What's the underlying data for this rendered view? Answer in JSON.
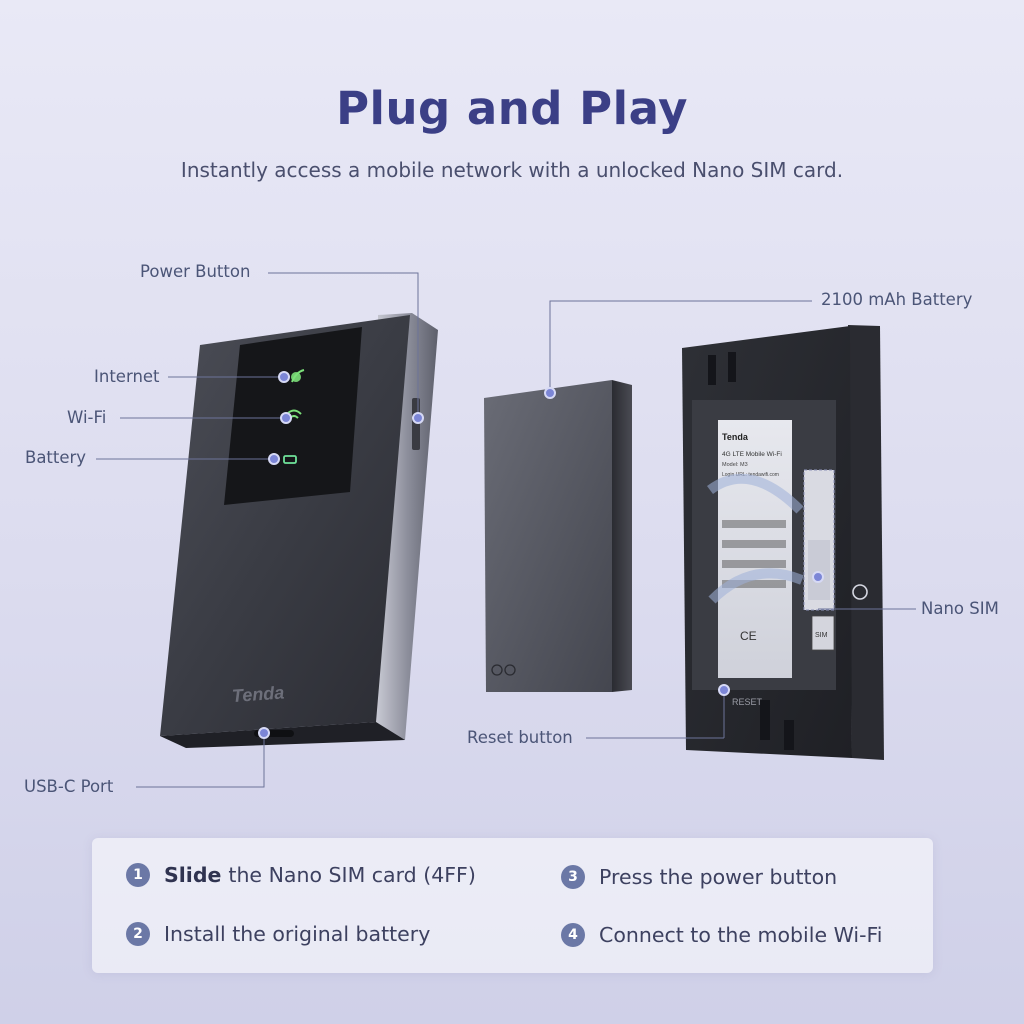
{
  "title": "Plug and Play",
  "subtitle": "Instantly access a mobile network with a unlocked Nano SIM card.",
  "callouts": {
    "power_button": "Power Button",
    "internet": "Internet",
    "wifi": "Wi-Fi",
    "battery": "Battery",
    "usb_c_port": "USB-C Port",
    "battery_pack": "2100 mAh Battery",
    "reset_button": "Reset button",
    "nano_sim": "Nano SIM"
  },
  "device": {
    "brand": "Tenda"
  },
  "label_sticker": {
    "brand": "Tenda",
    "model_line": "4G LTE Mobile Wi-Fi",
    "model": "Model: M3",
    "login_url": "Login URL: tendawifi.com",
    "reset_mark": "RESET",
    "sim_mark": "SIM"
  },
  "steps": [
    {
      "number": "1",
      "bold": "Slide",
      "text": "the Nano SIM card (4FF)"
    },
    {
      "number": "2",
      "bold": "",
      "text": "Install the original battery"
    },
    {
      "number": "3",
      "bold": "",
      "text": "Press the power button"
    },
    {
      "number": "4",
      "bold": "",
      "text": "Connect to the mobile Wi-Fi"
    }
  ],
  "colors": {
    "title": "#3b3f86",
    "accent_dot": "#6b7bd6",
    "led_internet": "#7ce07a",
    "led_wifi": "#7ce07a",
    "led_battery": "#6fe39a"
  }
}
